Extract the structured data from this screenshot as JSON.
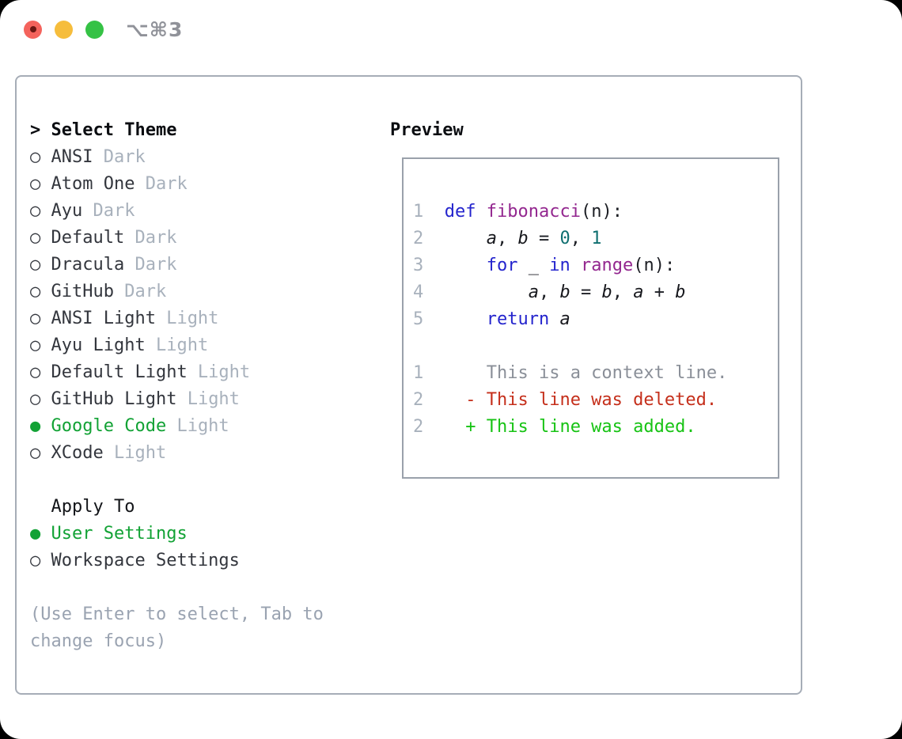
{
  "window": {
    "shortcut": "⌥⌘3"
  },
  "colors": {
    "accent_green": "#12a235",
    "added_green": "#17c314",
    "deleted_red": "#c52f1b",
    "keyword_blue": "#2424cd",
    "function_purple": "#93278f",
    "number_teal": "#0f6f70",
    "traffic_red": "#f4635c",
    "traffic_yellow": "#f6bd3c",
    "traffic_green": "#35c245"
  },
  "theme_list": {
    "prompt": "> ",
    "header": "Select Theme",
    "items": [
      {
        "marker": "○ ",
        "name": "ANSI",
        "suffix": " Dark",
        "selected": false
      },
      {
        "marker": "○ ",
        "name": "Atom One",
        "suffix": " Dark",
        "selected": false
      },
      {
        "marker": "○ ",
        "name": "Ayu",
        "suffix": " Dark",
        "selected": false
      },
      {
        "marker": "○ ",
        "name": "Default",
        "suffix": " Dark",
        "selected": false
      },
      {
        "marker": "○ ",
        "name": "Dracula",
        "suffix": " Dark",
        "selected": false
      },
      {
        "marker": "○ ",
        "name": "GitHub",
        "suffix": " Dark",
        "selected": false
      },
      {
        "marker": "○ ",
        "name": "ANSI Light",
        "suffix": " Light",
        "selected": false
      },
      {
        "marker": "○ ",
        "name": "Ayu Light",
        "suffix": " Light",
        "selected": false
      },
      {
        "marker": "○ ",
        "name": "Default Light",
        "suffix": " Light",
        "selected": false
      },
      {
        "marker": "○ ",
        "name": "GitHub Light",
        "suffix": " Light",
        "selected": false
      },
      {
        "marker": "● ",
        "name": "Google Code",
        "suffix": " Light",
        "selected": true
      },
      {
        "marker": "○ ",
        "name": "XCode",
        "suffix": " Light",
        "selected": false
      }
    ]
  },
  "apply_to": {
    "header": "Apply To",
    "options": [
      {
        "marker": "● ",
        "label": "User Settings",
        "selected": true
      },
      {
        "marker": "○ ",
        "label": "Workspace Settings",
        "selected": false
      }
    ]
  },
  "hint": {
    "line1": "(Use Enter to select, Tab to",
    "line2": "change focus)"
  },
  "preview": {
    "header": "Preview",
    "lines": {
      "l1": [
        "1  ",
        "def",
        " ",
        "fibonacci",
        "(n):"
      ],
      "l2": [
        "2  ",
        "    ",
        "a",
        ", ",
        "b",
        " = ",
        "0",
        ", ",
        "1"
      ],
      "l3": [
        "3  ",
        "    ",
        "for",
        " _ ",
        "in",
        " ",
        "range",
        "(n):"
      ],
      "l4": [
        "4  ",
        "        ",
        "a",
        ", ",
        "b",
        " = ",
        "b",
        ", ",
        "a",
        " + ",
        "b"
      ],
      "l5": [
        "5  ",
        "    ",
        "return",
        " ",
        "a"
      ],
      "d1": [
        "1  ",
        "    This is a context line."
      ],
      "d2": [
        "2  ",
        "  - This line was deleted."
      ],
      "d3": [
        "2  ",
        "  + This line was added."
      ]
    }
  }
}
